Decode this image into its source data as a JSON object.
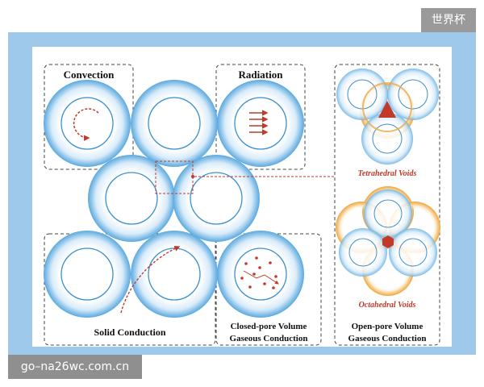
{
  "labels": {
    "convection": "Convection",
    "radiation": "Radiation",
    "solid_conduction": "Solid Conduction",
    "closed_pore_line1": "Closed-pore Volume",
    "closed_pore_line2": "Gaseous Conduction",
    "open_pore_line1": "Open-pore Volume",
    "open_pore_line2": "Gaseous Conduction",
    "tetrahedral": "Tetrahedral Voids",
    "octahedral": "Octahedral Voids"
  },
  "watermarks": {
    "top_right": "世界杯",
    "bottom_left": "go–na26wc.com.cn"
  },
  "colors": {
    "frame": "#9ec9ea",
    "sphere_ring": "#3a8fd0",
    "void_orange": "#f0a640",
    "arrow_red": "#c0392b",
    "dash_border": "#444444"
  }
}
